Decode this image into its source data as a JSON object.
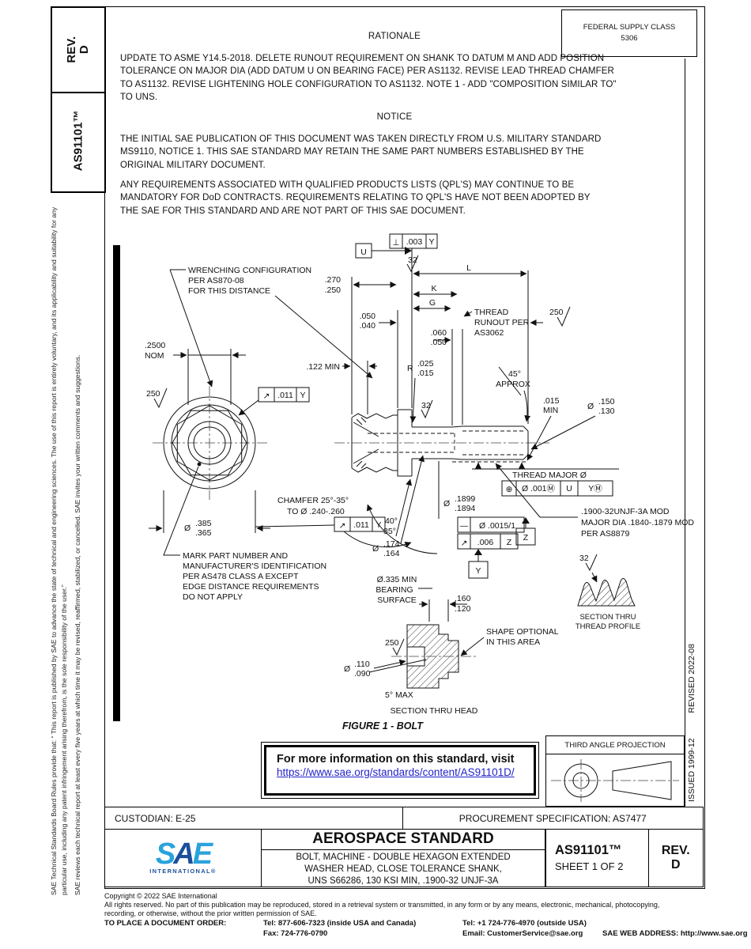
{
  "sidebar_left": {
    "rev_line1": "REV.",
    "rev_line2": "D",
    "doc_label": "AS91101™",
    "disclaimer1": "SAE Technical Standards Board Rules provide that: “ This report is published by SAE to advance the state of technical and engineering sciences. The use of this report is entirely voluntary, and its applicability and suitability for any particular use, including any patent infringement arising therefrom, is the sole responsibility of the user.”",
    "disclaimer2": "SAE reviews each technical report at least every five years at which time it may be revised, reaffirmed, stabilized, or cancelled. SAE invites your written comments and suggestions."
  },
  "header": {
    "fsc_label": "FEDERAL SUPPLY CLASS",
    "fsc_value": "5306",
    "rationale_title": "RATIONALE",
    "rationale_text": "UPDATE TO ASME Y14.5-2018. DELETE RUNOUT REQUIREMENT ON SHANK TO DATUM M AND ADD POSITION TOLERANCE ON MAJOR DIA (ADD DATUM U ON BEARING FACE) PER AS1132. REVISE LEAD THREAD CHAMFER TO AS1132. REVISE LIGHTENING HOLE CONFIGURATION TO AS1132. NOTE 1 - ADD \"COMPOSITION SIMILAR TO\" TO UNS.",
    "notice_title": "NOTICE",
    "notice_p1": "THE INITIAL SAE PUBLICATION OF THIS DOCUMENT WAS TAKEN DIRECTLY FROM U.S. MILITARY STANDARD MS9110, NOTICE 1. THIS SAE STANDARD MAY RETAIN THE SAME PART NUMBERS ESTABLISHED BY THE ORIGINAL MILITARY DOCUMENT.",
    "notice_p2": "ANY REQUIREMENTS ASSOCIATED WITH QUALIFIED PRODUCTS LISTS (QPL'S) MAY CONTINUE TO BE MANDATORY FOR DoD CONTRACTS. REQUIREMENTS RELATING TO QPL'S HAVE NOT BEEN ADOPTED BY THE SAE FOR THIS STANDARD AND ARE NOT PART OF THIS SAE DOCUMENT."
  },
  "drawing": {
    "wrench1": "WRENCHING CONFIGURATION",
    "wrench2": "PER AS870-08",
    "wrench3": "FOR THIS DISTANCE",
    "dim2500": ".2500",
    "nom": "NOM",
    "fin250": "250",
    "fin32": "32",
    "fcf_runout": "↗",
    "fcf_011": ".011",
    "datumY": "Y",
    "dia": "Ø",
    "d385": ".385",
    "d365": ".365",
    "mark1": "MARK PART NUMBER AND",
    "mark2": "MANUFACTURER'S IDENTIFICATION",
    "mark3": "PER AS478 CLASS A EXCEPT",
    "mark4": "EDGE DISTANCE REQUIREMENTS",
    "mark5": "DO NOT APPLY",
    "d270": ".270",
    "d250": ".250",
    "K": "K",
    "G": "G",
    "L": "L",
    "d050": ".050",
    "d040": ".040",
    "d060": ".060",
    "d050b": ".050",
    "d122": ".122 MIN",
    "R": "R",
    "d025": ".025",
    "d015": ".015",
    "thr1": "THREAD",
    "thr2": "RUNOUT PER",
    "thr3": "AS3062",
    "a45": "45°",
    "approx": "APPROX",
    "d015b": ".015",
    "min": "MIN",
    "d150": ".150",
    "d130": ".130",
    "perp": "⊥",
    "d003": ".003",
    "datumU": "U",
    "d1899": ".1899",
    "d1894": ".1894",
    "straight_sym": "—",
    "straight": "Ø .0015/1",
    "d006": ".006",
    "datumZ": "Z",
    "tmaj": "THREAD MAJOR Ø",
    "pos": "⊕",
    "pos_tol": "Ø .001Ⓜ",
    "posU": "U",
    "posY": "YⓂ",
    "spec1": ".1900-32UNJF-3A MOD",
    "spec2": "MAJOR DIA .1840-.1879 MOD",
    "spec3": "PER AS8879",
    "cham1": "CHAMFER 25°-35°",
    "cham2": "TO Ø .240-.260",
    "a40": "40°",
    "a35": "35°",
    "d174": ".174",
    "d164": ".164",
    "bear1": "Ø.335 MIN",
    "bear2": "BEARING",
    "bear3": "SURFACE",
    "d160": ".160",
    "d120": ".120",
    "shape1": "SHAPE OPTIONAL",
    "shape2": "IN THIS AREA",
    "d110": ".110",
    "d090": ".090",
    "max5": "5° MAX",
    "sec_head": "SECTION THRU HEAD",
    "secthr1": "SECTION THRU",
    "secthr2": "THREAD PROFILE",
    "figure": "FIGURE 1 - BOLT"
  },
  "info_box": {
    "line1": "For more information on this standard, visit",
    "link": "https://www.sae.org/standards/content/AS91101D/"
  },
  "projection": {
    "label": "THIRD ANGLE PROJECTION"
  },
  "side_right": {
    "issued": "ISSUED 1999-12",
    "revised": "REVISED 2022-08"
  },
  "title_block": {
    "custodian": "CUSTODIAN: E-25",
    "procurement": "PROCUREMENT SPECIFICATION: AS7477",
    "logo_s": "S",
    "logo_a": "A",
    "logo_e": "E",
    "logo_sub": "INTERNATIONAL®",
    "doc_type": "AEROSPACE STANDARD",
    "title_line1": "BOLT, MACHINE - DOUBLE HEXAGON EXTENDED",
    "title_line2": "WASHER HEAD, CLOSE TOLERANCE SHANK,",
    "title_line3": "UNS S66286, 130 KSI MIN, .1900-32 UNJF-3A",
    "doc_number": "AS91101™",
    "sheet": "SHEET 1 OF 2",
    "rev_label": "REV.",
    "rev_value": "D"
  },
  "footer": {
    "copyright": "Copyright © 2022 SAE International",
    "rights_l1": "All rights reserved. No part of this publication may be reproduced, stored in a retrieval system or transmitted, in any form or by any means, electronic, mechanical, photocopying,",
    "rights_l2": "recording, or otherwise, without the prior written permission of SAE.",
    "order_label": "TO PLACE A DOCUMENT ORDER:",
    "tel1": "Tel: 877-606-7323 (inside USA and Canada)",
    "tel2": "Tel: +1 724-776-4970 (outside USA)",
    "fax": "Fax: 724-776-0790",
    "email": "Email: CustomerService@sae.org",
    "web": "SAE WEB ADDRESS: http://www.sae.org"
  },
  "colors": {
    "link_blue": "#2222cc",
    "sae_light_blue": "#29a3dc",
    "sae_dark_blue": "#1b4f9c"
  }
}
